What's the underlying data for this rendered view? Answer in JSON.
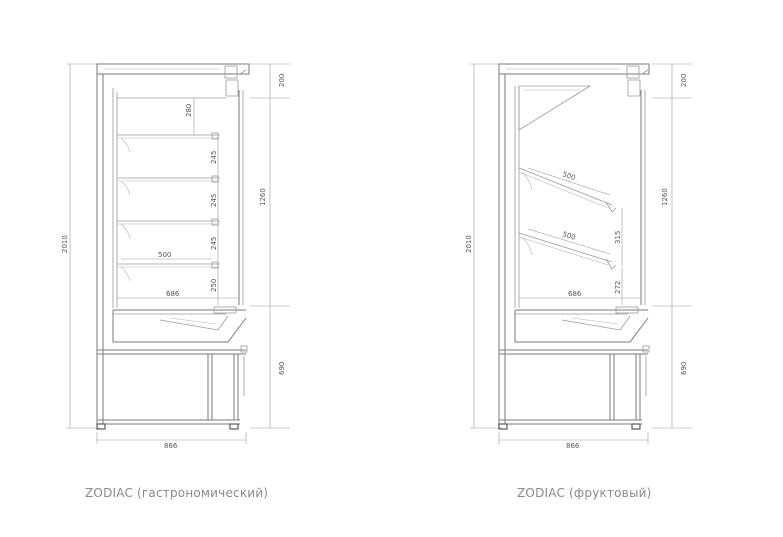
{
  "left_unit": {
    "caption": "ZODIAC (гастрономический)",
    "dims": {
      "total_height": "2010",
      "top": "200",
      "middle": "1260",
      "bottom": "690",
      "width": "866",
      "depth": "686",
      "shelf_width": "500",
      "shelf_gap_1": "280",
      "shelf_gap_2": "245",
      "shelf_gap_3": "245",
      "shelf_gap_4": "245",
      "shelf_gap_5": "250"
    }
  },
  "right_unit": {
    "caption": "ZODIAC (фруктовый)",
    "dims": {
      "total_height": "2010",
      "top": "200",
      "middle": "1260",
      "bottom": "690",
      "width": "866",
      "depth": "686",
      "shelf_width_1": "500",
      "shelf_width_2": "500",
      "shelf_gap_1": "315",
      "shelf_gap_2": "272"
    }
  }
}
